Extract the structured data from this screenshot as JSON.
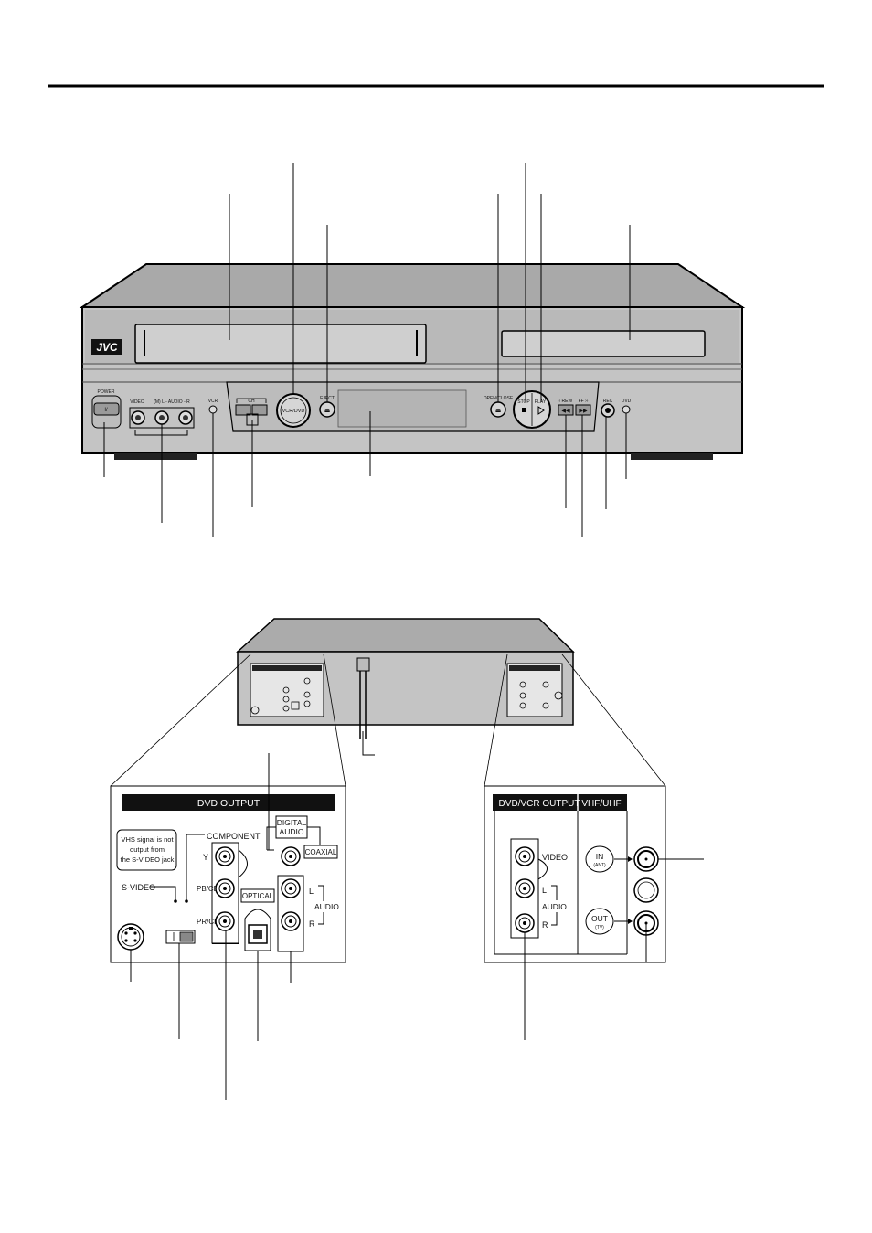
{
  "front": {
    "brand": "JVC",
    "power": "POWER",
    "power_btn": "I/",
    "video": "VIDEO",
    "audio": "(M) L - AUDIO - R",
    "vcr": "VCR",
    "ch": "CH",
    "vcrdvd": "VCR/DVD",
    "eject": "EJECT",
    "open_close": "OPEN/CLOSE",
    "stop": "STOP",
    "play": "PLAY",
    "rew": "‹‹ REW",
    "ff": "FF ››",
    "rec": "REC",
    "dvd": "DVD"
  },
  "rear_left": {
    "dvd_output": "DVD OUTPUT",
    "vhs_note_1": "VHS signal is not",
    "vhs_note_2": "output from",
    "vhs_note_3": "the S-VIDEO jack",
    "component": "COMPONENT",
    "y": "Y",
    "pb": "PB/CB",
    "pr": "PR/CR",
    "svideo": "S-VIDEO",
    "digital_audio_1": "DIGITAL",
    "digital_audio_2": "AUDIO",
    "coaxial": "COAXIAL",
    "optical": "OPTICAL",
    "l": "L",
    "r": "R",
    "audio": "AUDIO"
  },
  "rear_right": {
    "dvd_vcr_output": "DVD/VCR OUTPUT",
    "vhf_uhf": "VHF/UHF",
    "video": "VIDEO",
    "l": "L",
    "audio": "AUDIO",
    "r": "R",
    "in": "IN",
    "ant": "(ANT)",
    "out": "OUT",
    "tv": "(TV)"
  }
}
